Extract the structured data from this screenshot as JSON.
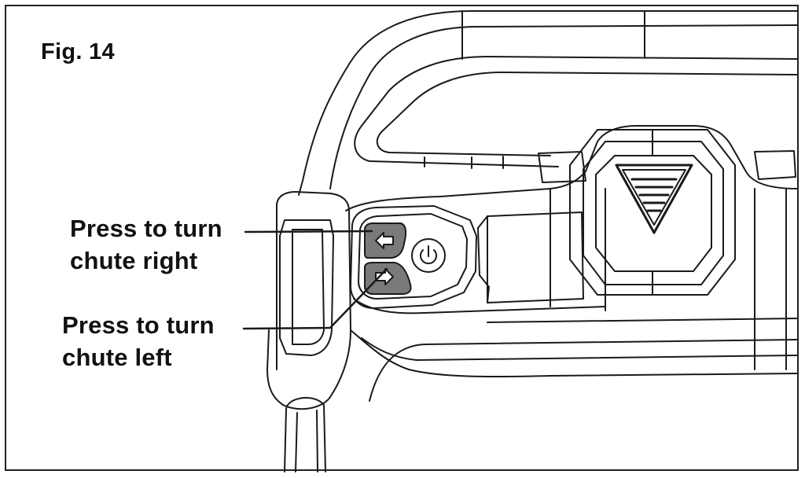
{
  "figure": {
    "title": "Fig. 14"
  },
  "callouts": {
    "right": {
      "line1": "Press to turn",
      "line2": "chute right"
    },
    "left": {
      "line1": "Press to turn",
      "line2": "chute left"
    }
  },
  "colors": {
    "line": "#1a1a1a",
    "button_fill": "#7a7a7a",
    "background": "#ffffff"
  },
  "icons": {
    "right_button": "arrow-left-icon",
    "left_button": "arrow-right-icon",
    "center_button": "power-icon",
    "vent": "triangle-vent-icon"
  }
}
